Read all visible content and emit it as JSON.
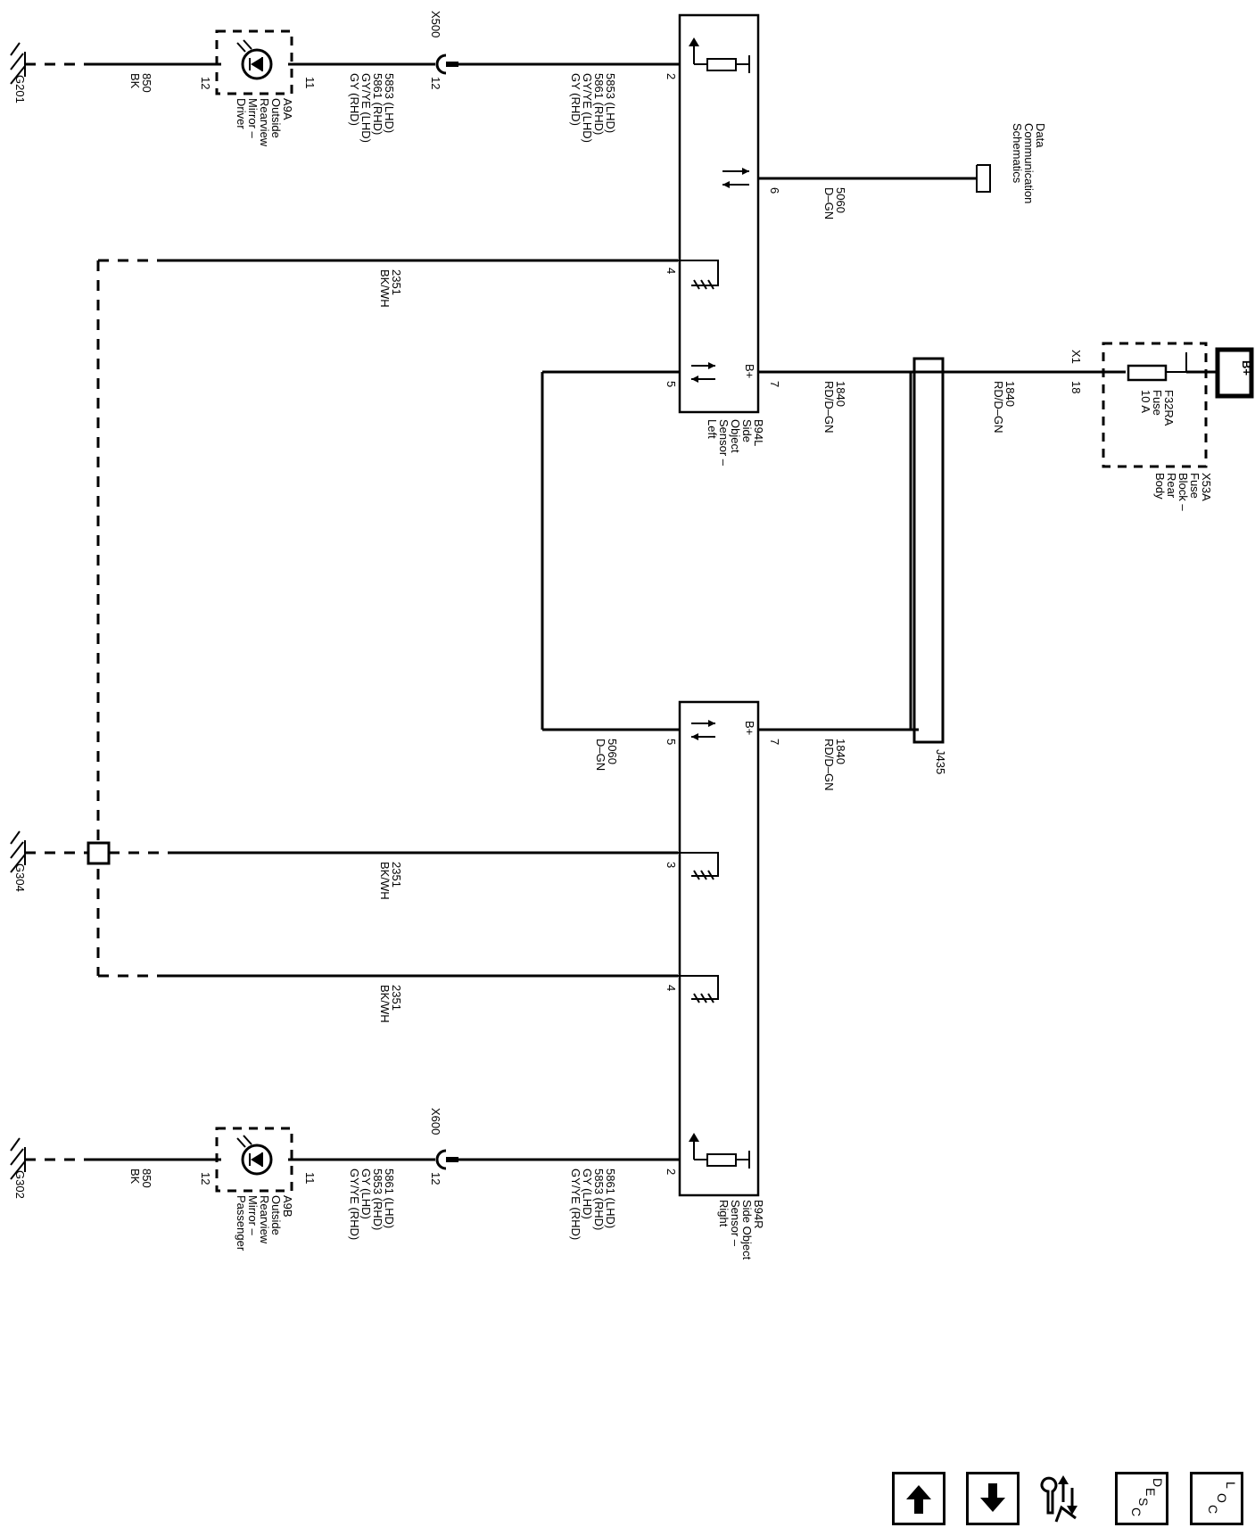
{
  "components": {
    "b94l": {
      "lines": [
        "B94L",
        "Side",
        "Object",
        "Sensor –",
        "Left"
      ]
    },
    "b94r": {
      "lines": [
        "B94R",
        "Side Object",
        "Sensor –",
        "Right"
      ]
    },
    "a9a": {
      "lines": [
        "A9A",
        "Outside",
        "Rearview",
        "Mirror –",
        "Driver"
      ],
      "pin_left": "12",
      "pin_right": "11"
    },
    "a9b": {
      "lines": [
        "A9B",
        "Outside",
        "Rearview",
        "Mirror –",
        "Passenger"
      ],
      "pin_left": "12",
      "pin_right": "11"
    },
    "x53a": {
      "lines": [
        "X53A",
        "Fuse",
        "Block –",
        "Rear",
        "Body"
      ]
    },
    "f32ra": {
      "lines": [
        "F32RA",
        "Fuse",
        "10 A"
      ]
    },
    "data_comm": {
      "lines": [
        "Data",
        "Communication",
        "Schematics"
      ]
    },
    "battery": "B+"
  },
  "grounds": {
    "g201": "G201",
    "g304": "G304",
    "g302": "G302"
  },
  "connectors": {
    "x500": {
      "name": "X500",
      "pin": "12"
    },
    "x600": {
      "name": "X600",
      "pin": "12"
    },
    "x1": {
      "name": "X1",
      "pin": "18"
    },
    "j435": "J435"
  },
  "pins": {
    "l2": "2",
    "l6": "6",
    "l4": "4",
    "l7": "7",
    "l5": "5",
    "l7_bplus": "B+",
    "r7": "7",
    "r7_bplus": "B+",
    "r5": "5",
    "r3": "3",
    "r4": "4",
    "r2": "2"
  },
  "wires": {
    "g201_circuit": {
      "lines": [
        "850",
        "BK"
      ]
    },
    "x500_mirror": {
      "lines": [
        "5853 (LHD)",
        "5861 (RHD)",
        "GY/YE (LHD)",
        "GY (RHD)"
      ]
    },
    "x500_sensor": {
      "lines": [
        "5853 (LHD)",
        "5861 (RHD)",
        "GY/YE (LHD)",
        "GY (RHD)"
      ]
    },
    "data_l6": {
      "lines": [
        "5060",
        "D–GN"
      ]
    },
    "gnd_l4": {
      "lines": [
        "2351",
        "BK/WH"
      ]
    },
    "pwr_l7": {
      "lines": [
        "1840",
        "RD/D–GN"
      ]
    },
    "pwr_fuse": {
      "lines": [
        "1840",
        "RD/D–GN"
      ]
    },
    "data_r5": {
      "lines": [
        "5060",
        "D–GN"
      ]
    },
    "pwr_r7": {
      "lines": [
        "1840",
        "RD/D–GN"
      ]
    },
    "gnd_r3": {
      "lines": [
        "2351",
        "BK/WH"
      ]
    },
    "gnd_r4": {
      "lines": [
        "2351",
        "BK/WH"
      ]
    },
    "g302_circuit": {
      "lines": [
        "850",
        "BK"
      ]
    },
    "x600_mirror": {
      "lines": [
        "5861 (LHD)",
        "5853 (RHD)",
        "GY (LHD)",
        "GY/YE (RHD)"
      ]
    },
    "x600_sensor": {
      "lines": [
        "5861 (LHD)",
        "5853 (RHD)",
        "GY (LHD)",
        "GY/YE (RHD)"
      ]
    }
  },
  "nav": {
    "loc": [
      "L",
      "O",
      "C"
    ],
    "desc": [
      "D",
      "E",
      "S",
      "C"
    ],
    "buttons": [
      "up-arrow-icon",
      "down-arrow-icon",
      "connector-pinout-icon",
      "description-icon",
      "location-icon"
    ]
  }
}
